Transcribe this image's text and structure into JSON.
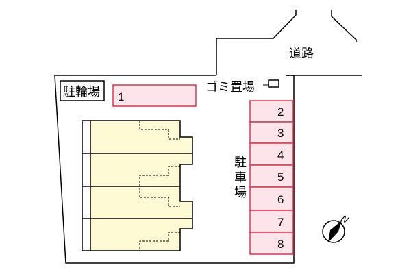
{
  "labels": {
    "road": "道路",
    "bicycle_parking": "駐輪場",
    "garbage_area": "ゴミ置場",
    "parking_lot_chars": [
      "駐",
      "車",
      "場"
    ]
  },
  "parking_spaces": [
    "1",
    "2",
    "3",
    "4",
    "5",
    "6",
    "7",
    "8"
  ],
  "colors": {
    "parking_fill": "#fde4ea",
    "parking_stroke": "#e0334a",
    "building_fill": "#fefbd4",
    "line": "#000000"
  },
  "compass": {
    "north_label": "N",
    "icon": "compass-north-arrow-icon"
  }
}
